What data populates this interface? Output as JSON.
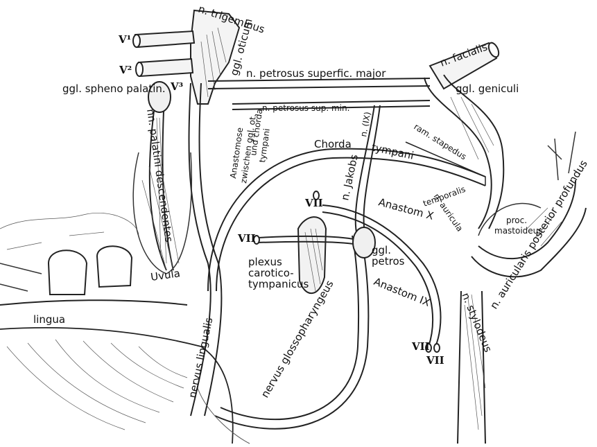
{
  "labels": {
    "v1": "V¹",
    "v2": "V²",
    "v3": "V³",
    "trigeminus": "n. trigeminus",
    "ggl_oticum": "ggl. oticum",
    "ggl_spheno": "ggl. spheno palatin.",
    "n_facialis": "n. facialis",
    "petrosus_major": "n. petrosus superfic. major",
    "ggl_geniculi": "ggl. geniculi",
    "petrosus_min": "n. petrosus sup. min.",
    "palatini": "nn. palatini descendentes",
    "anastomose1": "Anastomose",
    "anastomose2": "zwischen ggl. ot.",
    "anastomose3": "und chorda",
    "anastomose4": "tympani",
    "chorda": "Chorda",
    "tympani": "tympani",
    "n_ix": "n. (IX)",
    "ram_stapedius": "ram. stapedus",
    "n_jakobs": "n. Jakobs",
    "vii_a": "VII",
    "vii_b": "VII",
    "vii_c": "VII",
    "vii_d": "VII",
    "n_auric_temp1": "n. auricula",
    "n_auric_temp2": "temporalis",
    "anastom_x": "Anastom X",
    "proc_mastoideus1": "proc.",
    "proc_mastoideus2": "mastoideus",
    "auricularis_post": "n. auricularis posterior profundus",
    "plexus1": "plexus",
    "plexus2": "carotico-",
    "plexus3": "tympanicus",
    "ggl_petros1": "ggl.",
    "ggl_petros2": "petros",
    "uvula": "Uvula",
    "lingua": "lingua",
    "nervus_lingualis": "nervus lingualis",
    "anastom_ix": "Anastom IX",
    "n_stylo": "n. stylodeus",
    "glossopharyngeus": "nervus glossopharyngeus"
  }
}
